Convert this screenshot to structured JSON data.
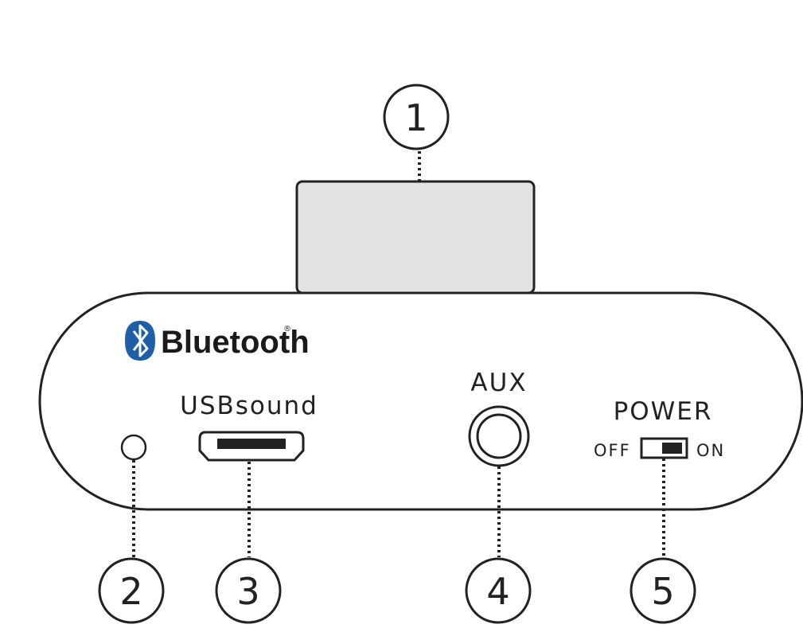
{
  "brand": {
    "name": "Bluetooth",
    "registered_mark": "®",
    "badge_color": "#1f5fa8"
  },
  "ports": {
    "usb_label": "USBsound",
    "aux_label": "AUX",
    "power_label": "POWER",
    "switch_off": "OFF",
    "switch_on": "ON"
  },
  "callouts": [
    "1",
    "2",
    "3",
    "4",
    "5"
  ],
  "colors": {
    "outline": "#222222",
    "block_fill": "#e2e2e2",
    "background": "#ffffff"
  }
}
